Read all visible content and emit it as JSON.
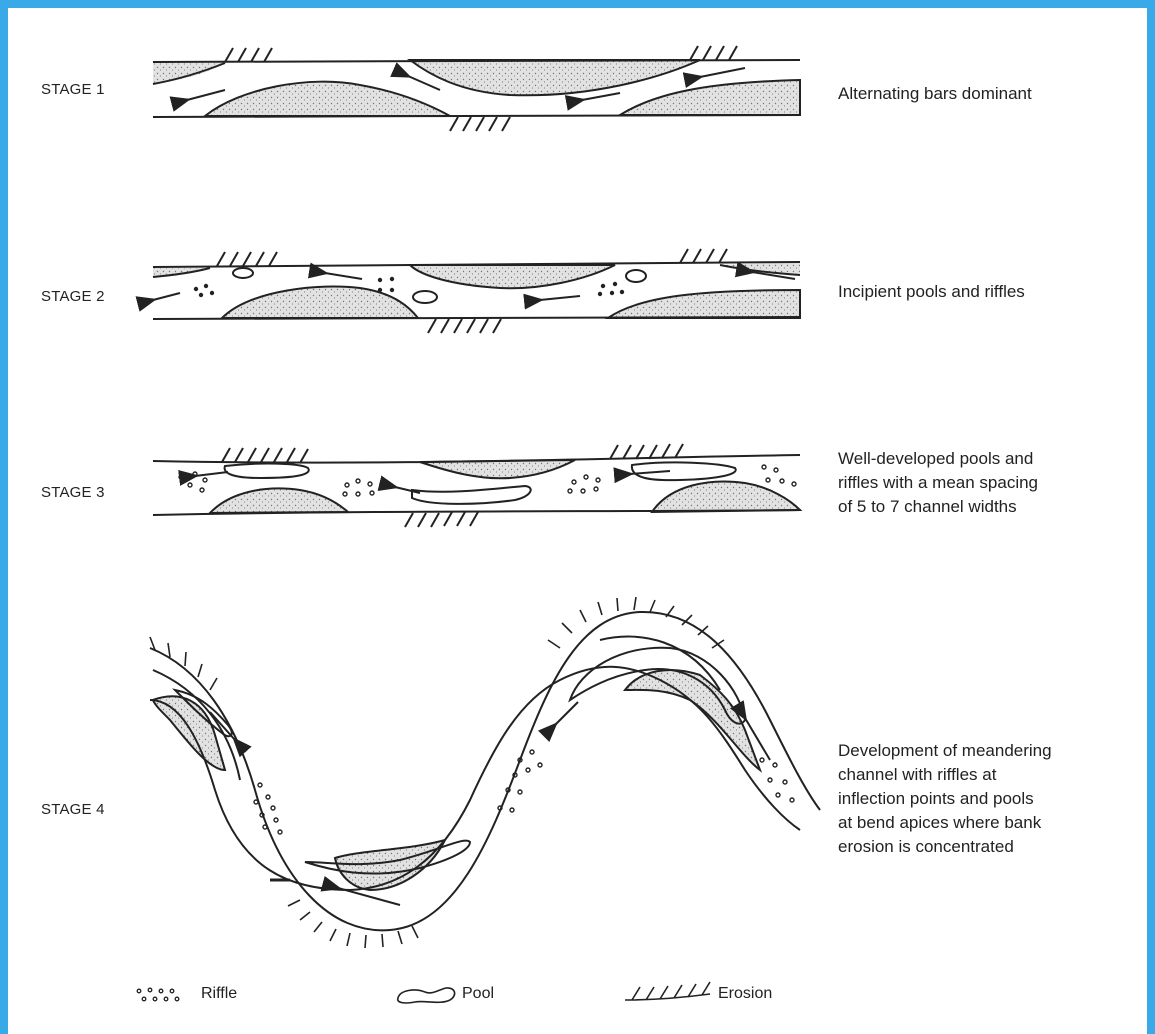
{
  "stages": [
    {
      "label": "STAGE 1",
      "description": [
        "Alternating bars dominant"
      ]
    },
    {
      "label": "STAGE 2",
      "description": [
        "Incipient pools and riffles"
      ]
    },
    {
      "label": "STAGE 3",
      "description": [
        "Well-developed pools and",
        "riffles with a mean spacing",
        "of 5 to 7 channel widths"
      ]
    },
    {
      "label": "STAGE 4",
      "description": [
        "Development of meandering",
        "channel with riffles at",
        "inflection points and pools",
        "at bend apices where bank",
        "erosion is concentrated"
      ]
    }
  ],
  "legend": {
    "riffle": "Riffle",
    "pool": "Pool",
    "erosion": "Erosion"
  },
  "colors": {
    "border": "#3aa9e8",
    "ink": "#222222",
    "bar_fill": "#d8d8d8"
  }
}
